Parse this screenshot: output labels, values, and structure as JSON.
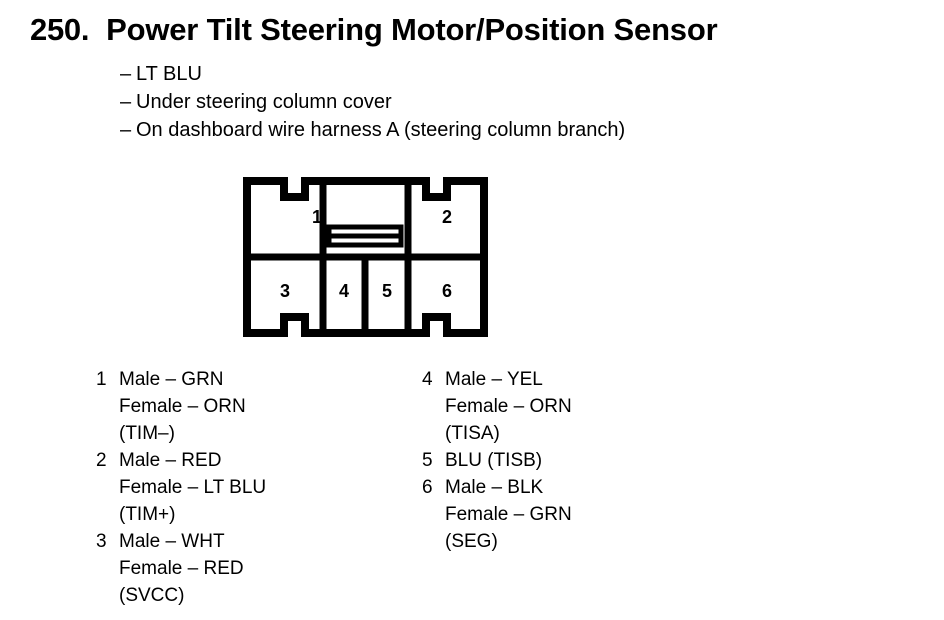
{
  "title": {
    "number": "250.",
    "text": "Power Tilt Steering Motor/Position Sensor"
  },
  "notes": [
    "LT BLU",
    "Under steering column cover",
    "On dashboard wire harness A (steering column branch)"
  ],
  "connector": {
    "cavities": [
      "1",
      "2",
      "3",
      "4",
      "5",
      "6"
    ]
  },
  "legend": {
    "left": [
      {
        "num": "1",
        "lines": [
          "Male – GRN",
          "Female – ORN",
          "(TIM–)"
        ]
      },
      {
        "num": "2",
        "lines": [
          "Male – RED",
          "Female – LT BLU",
          "(TIM+)"
        ]
      },
      {
        "num": "3",
        "lines": [
          "Male – WHT",
          "Female – RED",
          "(SVCC)"
        ]
      }
    ],
    "right": [
      {
        "num": "4",
        "lines": [
          "Male – YEL",
          "Female – ORN",
          "(TISA)"
        ]
      },
      {
        "num": "5",
        "lines": [
          "BLU (TISB)"
        ]
      },
      {
        "num": "6",
        "lines": [
          "Male – BLK",
          "Female – GRN",
          "(SEG)"
        ]
      }
    ]
  },
  "colors": {
    "ink": "#000000",
    "paper": "#ffffff"
  }
}
